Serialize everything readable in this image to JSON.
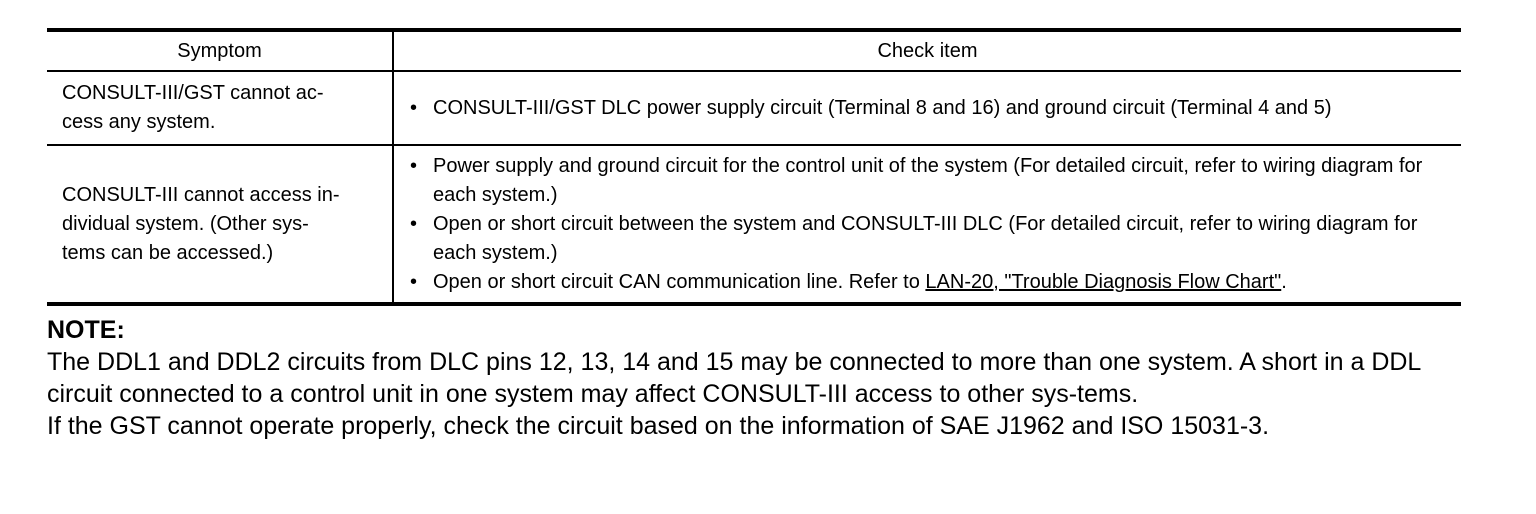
{
  "table": {
    "headers": {
      "symptom": "Symptom",
      "check_item": "Check item"
    },
    "rows": [
      {
        "symptom": "CONSULT-III/GST cannot ac-\ncess any system.",
        "checks": [
          "CONSULT-III/GST DLC power supply circuit (Terminal 8 and 16) and ground circuit (Terminal 4 and 5)"
        ]
      },
      {
        "symptom": "CONSULT-III cannot access in-\ndividual system. (Other sys-\ntems can be accessed.)",
        "checks": [
          "Power supply and ground circuit for the control unit of the system (For detailed circuit, refer to wiring diagram for each system.)",
          "Open or short circuit between the system and CONSULT-III DLC (For detailed circuit, refer to wiring diagram for each system.)"
        ],
        "last_check": {
          "prefix": "Open or short circuit CAN communication line. Refer to ",
          "link": "LAN-20, \"Trouble Diagnosis Flow Chart\"",
          "suffix": "."
        }
      }
    ],
    "bullet": "•"
  },
  "note": {
    "title": "NOTE:",
    "paragraphs": [
      "The DDL1 and DDL2 circuits from DLC pins 12, 13, 14 and 15 may be connected to more than one system. A short in a DDL circuit connected to a control unit in one system may affect CONSULT-III access to other sys-tems.",
      "If the GST cannot operate properly, check the circuit based on the information of SAE J1962 and ISO 15031-3."
    ]
  }
}
